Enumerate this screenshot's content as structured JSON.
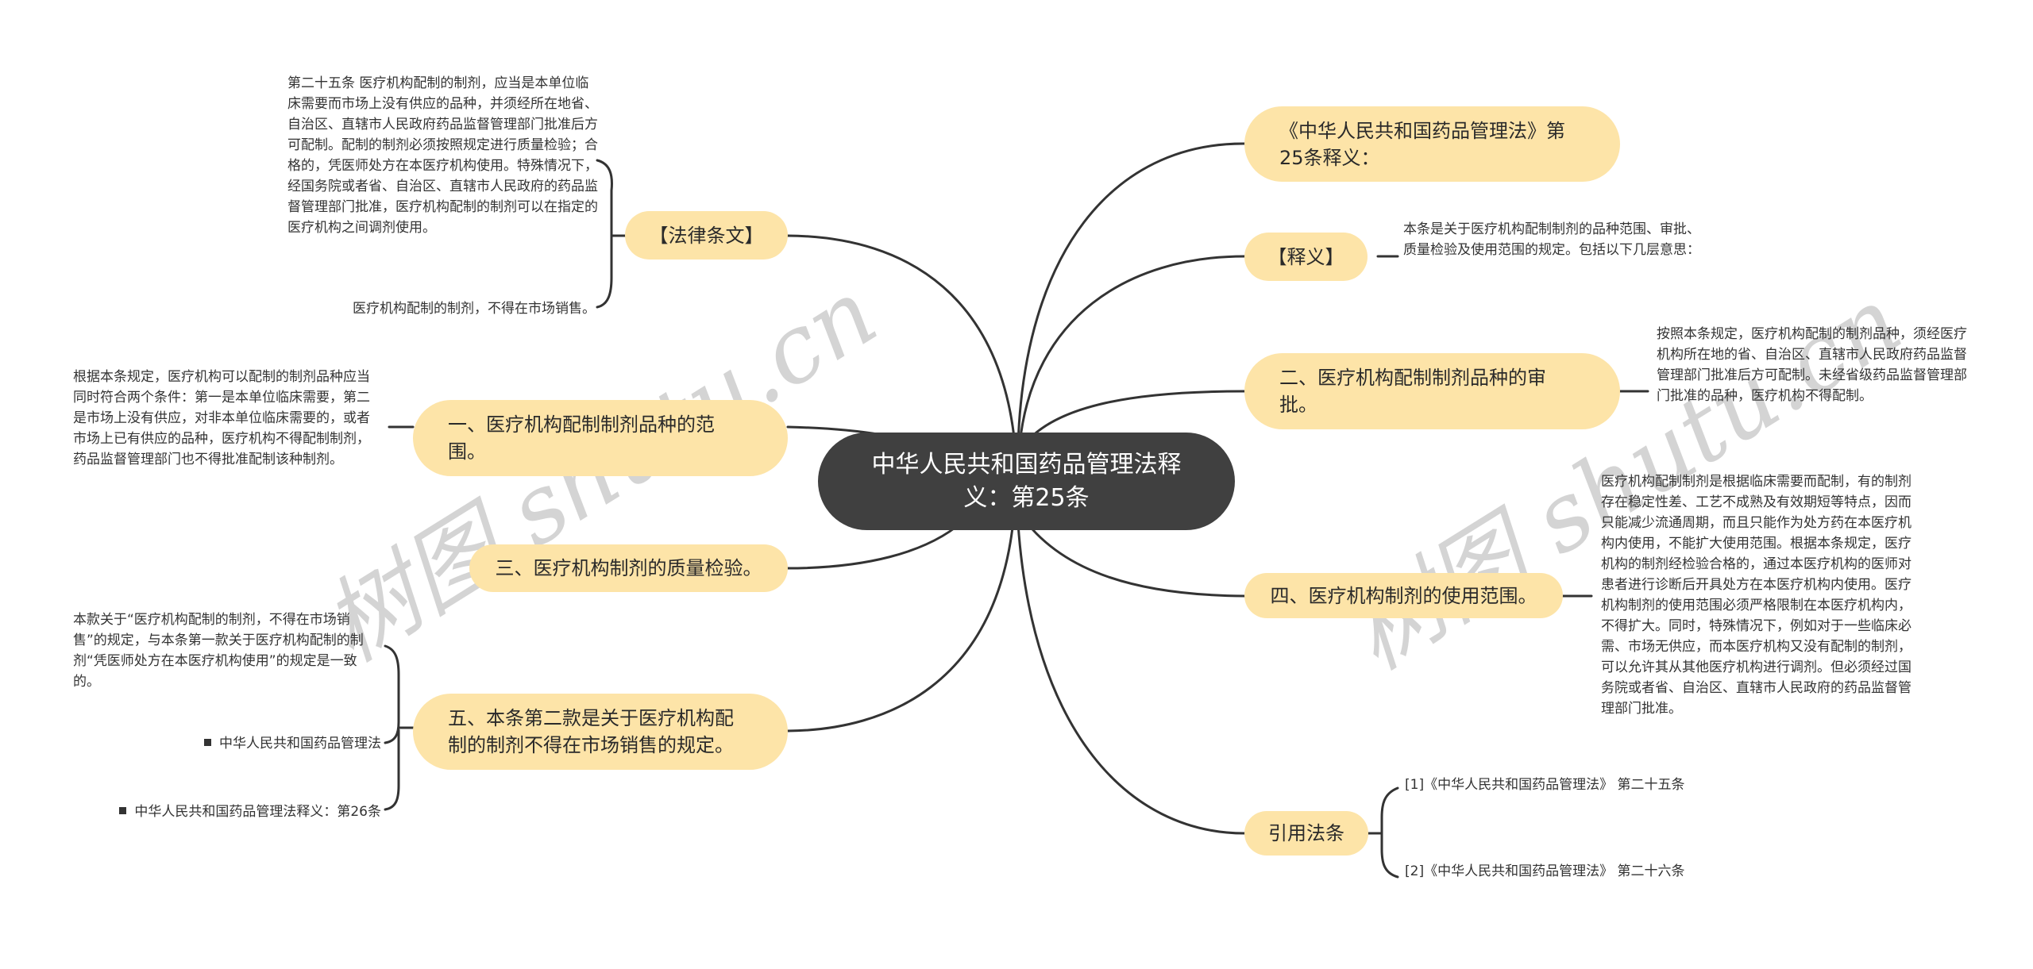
{
  "center": {
    "title": "中华人民共和国药品管理法释义：第25条"
  },
  "left_branches": [
    {
      "label": "【法律条文】",
      "children": [
        "第二十五条 医疗机构配制的制剂，应当是本单位临床需要而市场上没有供应的品种，并须经所在地省、自治区、直辖市人民政府药品监督管理部门批准后方可配制。配制的制剂必须按照规定进行质量检验；合格的，凭医师处方在本医疗机构使用。特殊情况下，经国务院或者省、自治区、直辖市人民政府的药品监督管理部门批准，医疗机构配制的制剂可以在指定的医疗机构之间调剂使用。",
        "医疗机构配制的制剂，不得在市场销售。"
      ]
    },
    {
      "label": "一、医疗机构配制制剂品种的范围。",
      "children": [
        "根据本条规定，医疗机构可以配制的制剂品种应当同时符合两个条件：第一是本单位临床需要，第二是市场上没有供应，对非本单位临床需要的，或者市场上已有供应的品种，医疗机构不得配制制剂，药品监督管理部门也不得批准配制该种制剂。"
      ]
    },
    {
      "label": "三、医疗机构制剂的质量检验。",
      "children": []
    },
    {
      "label": "五、本条第二款是关于医疗机构配制的制剂不得在市场销售的规定。",
      "children": [
        "本款关于“医疗机构配制的制剂，不得在市场销售”的规定，与本条第一款关于医疗机构配制的制剂“凭医师处方在本医疗机构使用”的规定是一致的。",
        "中华人民共和国药品管理法",
        "中华人民共和国药品管理法释义：第26条"
      ]
    }
  ],
  "right_branches": [
    {
      "label": "《中华人民共和国药品管理法》第25条释义：",
      "children": []
    },
    {
      "label": "【释义】",
      "children": [
        "本条是关于医疗机构配制制剂的品种范围、审批、质量检验及使用范围的规定。包括以下几层意思："
      ]
    },
    {
      "label": "二、医疗机构配制制剂品种的审批。",
      "children": [
        "按照本条规定，医疗机构配制的制剂品种，须经医疗机构所在地的省、自治区、直辖市人民政府药品监督管理部门批准后方可配制。未经省级药品监督管理部门批准的品种，医疗机构不得配制。"
      ]
    },
    {
      "label": "四、医疗机构制剂的使用范围。",
      "children": [
        "医疗机构配制制剂是根据临床需要而配制，有的制剂存在稳定性差、工艺不成熟及有效期短等特点，因而只能减少流通周期，而且只能作为处方药在本医疗机构内使用，不能扩大使用范围。根据本条规定，医疗机构的制剂经检验合格的，通过本医疗机构的医师对患者进行诊断后开具处方在本医疗机构内使用。医疗机构制剂的使用范围必须严格限制在本医疗机构内，不得扩大。同时，特殊情况下，例如对于一些临床必需、市场无供应，而本医疗机构又没有配制的制剂，可以允许其从其他医疗机构进行调剂。但必须经过国务院或者省、自治区、直辖市人民政府的药品监督管理部门批准。"
      ]
    },
    {
      "label": "引用法条",
      "children": [
        "[1]《中华人民共和国药品管理法》 第二十五条",
        "[2]《中华人民共和国药品管理法》 第二十六条"
      ]
    }
  ],
  "watermark": {
    "text": "树图 shutu.cn"
  },
  "colors": {
    "node_fill": "#fde4a8",
    "center_fill": "#404040",
    "edge": "#333333",
    "watermark": "#c8c8c8"
  }
}
